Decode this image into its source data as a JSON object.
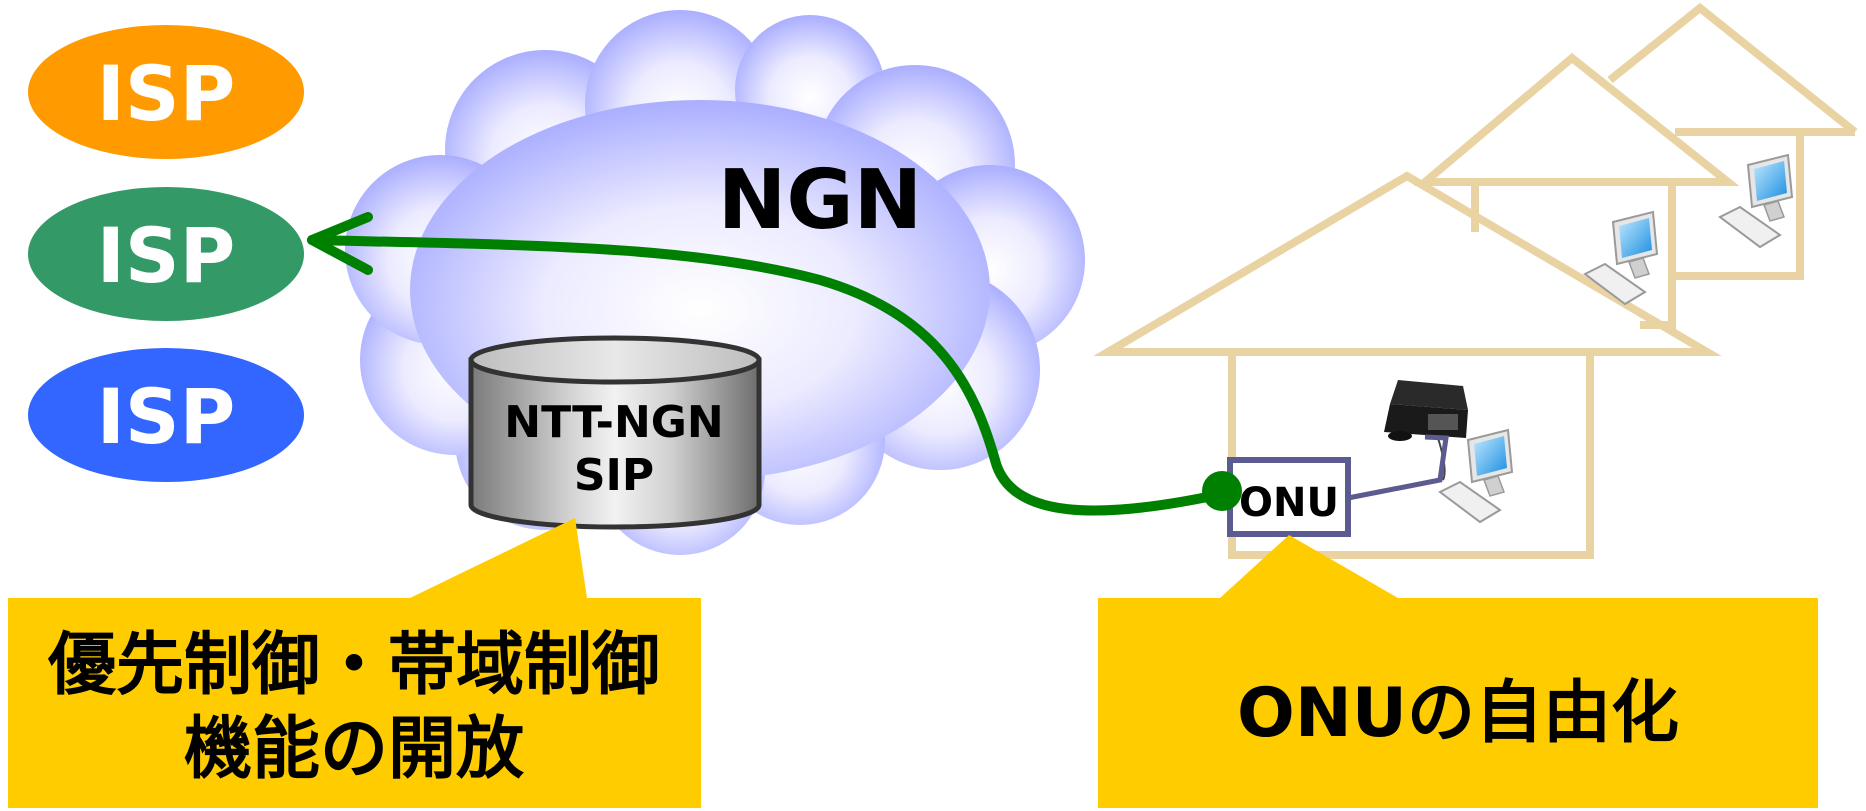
{
  "isp_nodes": [
    {
      "label": "ISP",
      "color": "#ff9a00"
    },
    {
      "label": "ISP",
      "color": "#339966"
    },
    {
      "label": "ISP",
      "color": "#3366ff"
    }
  ],
  "cloud": {
    "label": "NGN",
    "color": "#9ea3ff"
  },
  "server": {
    "line1": "NTT-NGN",
    "line2": "SIP"
  },
  "onu": {
    "label": "ONU",
    "border_color": "#5b5b8f"
  },
  "callouts": {
    "left_line1": "優先制御・帯域制御",
    "left_line2": "機能の開放",
    "right": "ONUの自由化",
    "color": "#ffcc00"
  },
  "colors": {
    "connection": "#008000",
    "house_outline": "#ead3a3",
    "text": "#000000",
    "isp_text": "#ffffff"
  }
}
